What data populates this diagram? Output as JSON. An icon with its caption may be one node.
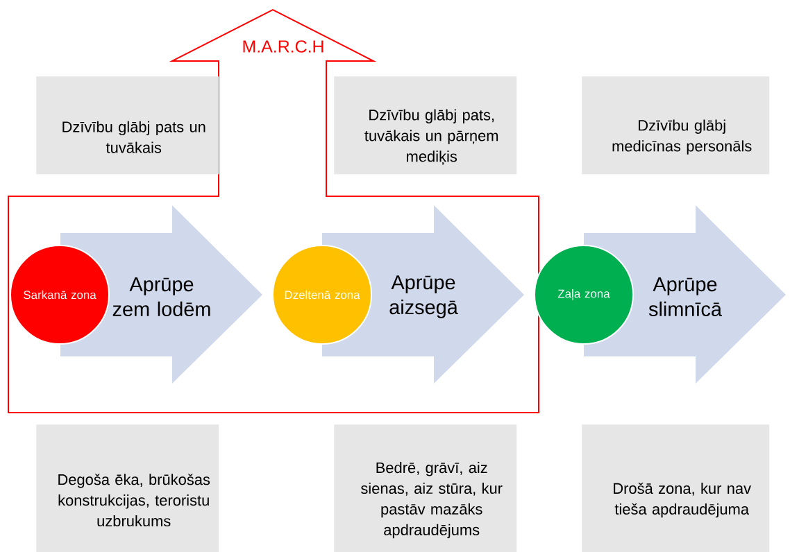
{
  "diagram": {
    "nodes": [
      {
        "text": [
          "M.A.R.C.H"
        ]
      },
      {
        "text": [
          "Dzīvību glābj pats un tuvākais"
        ]
      },
      {
        "text": [
          "Dzīvību glābj pats, tuvākais un pārņem mediķis"
        ]
      },
      {
        "text": [
          "Dzīvību glābj medicīnas personāls"
        ]
      },
      {
        "text": [
          "Sarkanā zona"
        ],
        "in": 0
      },
      {
        "text": [
          "Aprūpe zem lodēm"
        ],
        "in": 0
      },
      {
        "text": [
          "Dzeltenā zona"
        ],
        "in": 0
      },
      {
        "text": [
          "Aprūpe aizsegā"
        ],
        "in": 0
      },
      {
        "text": [
          "Zaļa zona"
        ]
      },
      {
        "text": [
          "Aprūpe slimnīcā"
        ]
      },
      {
        "text": [
          "Degoša ēka, brūkošas konstrukcijas, teroristu uzbrukums"
        ]
      },
      {
        "text": [
          "Bedrē, grāvī, aiz sienas, aiz stūra, kur pastāv mazāks apdraudējums"
        ]
      },
      {
        "text": [
          "Drošā zona, kur nav tieša apdraudējuma"
        ]
      }
    ]
  }
}
